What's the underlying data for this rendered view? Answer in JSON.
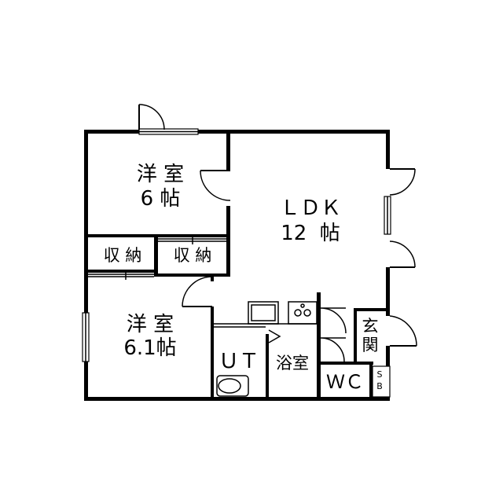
{
  "rooms": {
    "western_room_top": {
      "name": "洋 室",
      "size": "6 帖"
    },
    "ldk": {
      "name": "ＬＤＫ",
      "size": "12  帖"
    },
    "closet_left": {
      "name": "収 納"
    },
    "closet_right": {
      "name": "収 納"
    },
    "western_room_bottom": {
      "name": "洋 室",
      "size": "6.1帖"
    },
    "utility": {
      "name": "ＵＴ"
    },
    "bathroom": {
      "name": "浴室"
    },
    "entrance": {
      "name": "玄\n関"
    },
    "toilet": {
      "name": "ＷＣ"
    },
    "shoe_box": {
      "name": "S\nB"
    }
  }
}
